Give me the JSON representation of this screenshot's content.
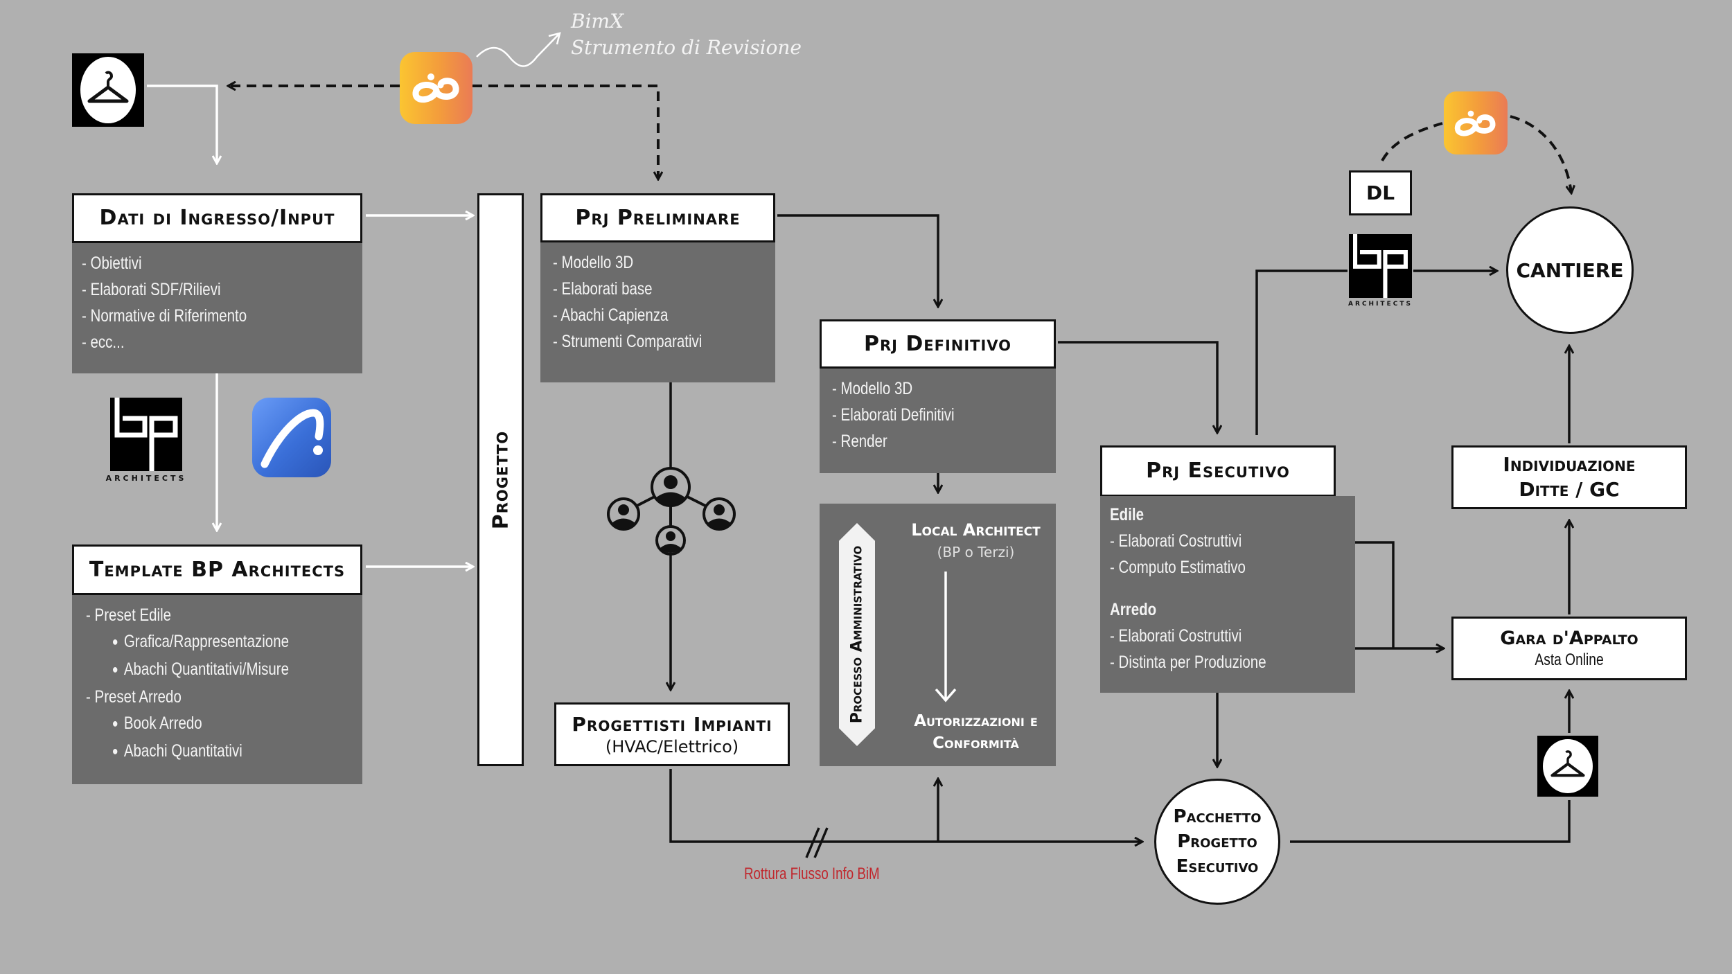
{
  "annotation": {
    "tool_name": "BimX",
    "tool_caption": "Strumento di Revisione"
  },
  "dati_ingresso": {
    "title": "Dati di Ingresso/Input",
    "items": [
      "- Obiettivi",
      "- Elaborati SDF/Rilievi",
      "- Normative di Riferimento",
      "- ecc..."
    ]
  },
  "logos": {
    "bp_caption": "ARCHITECTS",
    "bp_letters": "bp"
  },
  "template": {
    "title": "Template BP Architects",
    "items": [
      {
        "text": "- Preset Edile",
        "level": 0
      },
      {
        "text": "Grafica/Rappresentazione",
        "level": 1
      },
      {
        "text": "Abachi Quantitativi/Misure",
        "level": 1
      },
      {
        "text": "- Preset Arredo",
        "level": 0
      },
      {
        "text": "Book Arredo",
        "level": 1
      },
      {
        "text": "Abachi Quantitativi",
        "level": 1
      }
    ]
  },
  "progetto": {
    "label": "Progetto"
  },
  "preliminare": {
    "title": "Prj Preliminare",
    "items": [
      "- Modello 3D",
      "- Elaborati base",
      "- Abachi Capienza",
      "- Strumenti Comparativi"
    ]
  },
  "impianti": {
    "title": "Progettisti Impianti",
    "subtitle": "(HVAC/Elettrico)"
  },
  "definitivo": {
    "title": "Prj Definitivo",
    "items": [
      "- Modello 3D",
      "- Elaborati Definitivi",
      "- Render"
    ]
  },
  "amministrativo": {
    "side_label": "Processo Amministrativo",
    "from_title": "Local Architect",
    "from_subtitle": "(BP o Terzi)",
    "to_title_line1": "Autorizzazioni e",
    "to_title_line2": "Conformità"
  },
  "esecutivo": {
    "title": "Prj Esecutivo",
    "groups": [
      {
        "name": "Edile",
        "items": [
          "- Elaborati Costruttivi",
          "- Computo Estimativo"
        ]
      },
      {
        "name": "Arredo",
        "items": [
          "- Elaborati Costruttivi",
          "- Distinta per Produzione"
        ]
      }
    ]
  },
  "pacchetto": {
    "lines": [
      "Pacchetto",
      "Progetto",
      "Esecutivo"
    ]
  },
  "rottura": {
    "label": "Rottura Flusso Info BiM",
    "color": "#c0272d"
  },
  "dl": {
    "label": "DL"
  },
  "cantiere": {
    "label": "CANTIERE"
  },
  "individuazione": {
    "line1": "Individuazione",
    "line2": "Ditte / GC"
  },
  "gara": {
    "title": "Gara d'Appalto",
    "subtitle": "Asta Online"
  },
  "colors": {
    "background": "#b0b0b0",
    "panel": "#6c6c6c",
    "bimx_gradient_start": "#fbc531",
    "bimx_gradient_end": "#ea7b55",
    "archicad_blue": "#3a6fd8"
  }
}
